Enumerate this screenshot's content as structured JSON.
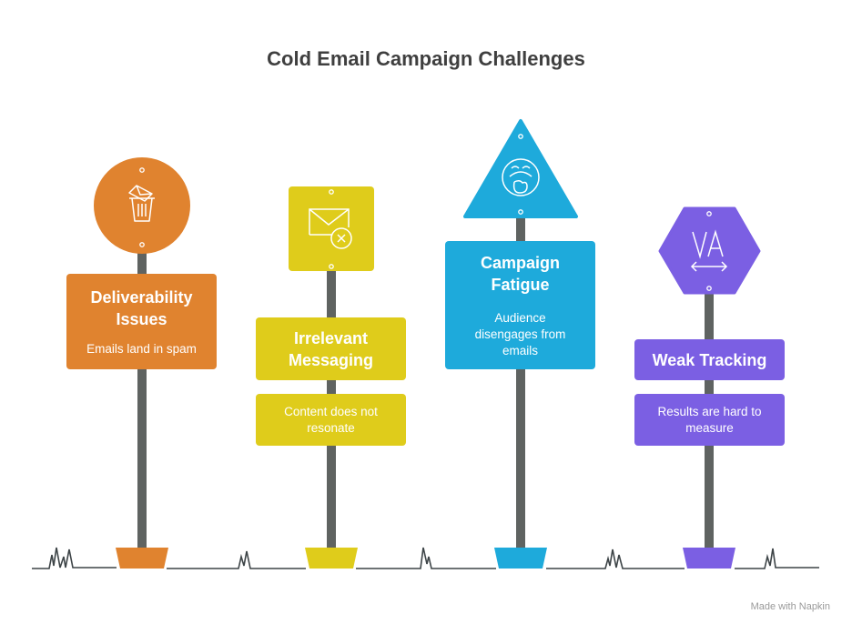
{
  "title": "Cold Email Campaign Challenges",
  "signs": [
    {
      "heading": "Deliverability Issues",
      "description": "Emails land in spam",
      "icon": "email-trash-icon",
      "shape": "circle",
      "color": "#e0832f"
    },
    {
      "heading": "Irrelevant Messaging",
      "description": "Content does not resonate",
      "icon": "email-x-icon",
      "shape": "square",
      "color": "#dfcc1b"
    },
    {
      "heading": "Campaign Fatigue",
      "description": "Audience disengages from emails",
      "icon": "yawning-face-icon",
      "shape": "triangle",
      "color": "#1eaadb"
    },
    {
      "heading": "Weak Tracking",
      "description": "Results are hard to measure",
      "icon": "text-width-icon",
      "shape": "hexagon",
      "color": "#7b5fe3"
    }
  ],
  "footer": "Made with Napkin"
}
